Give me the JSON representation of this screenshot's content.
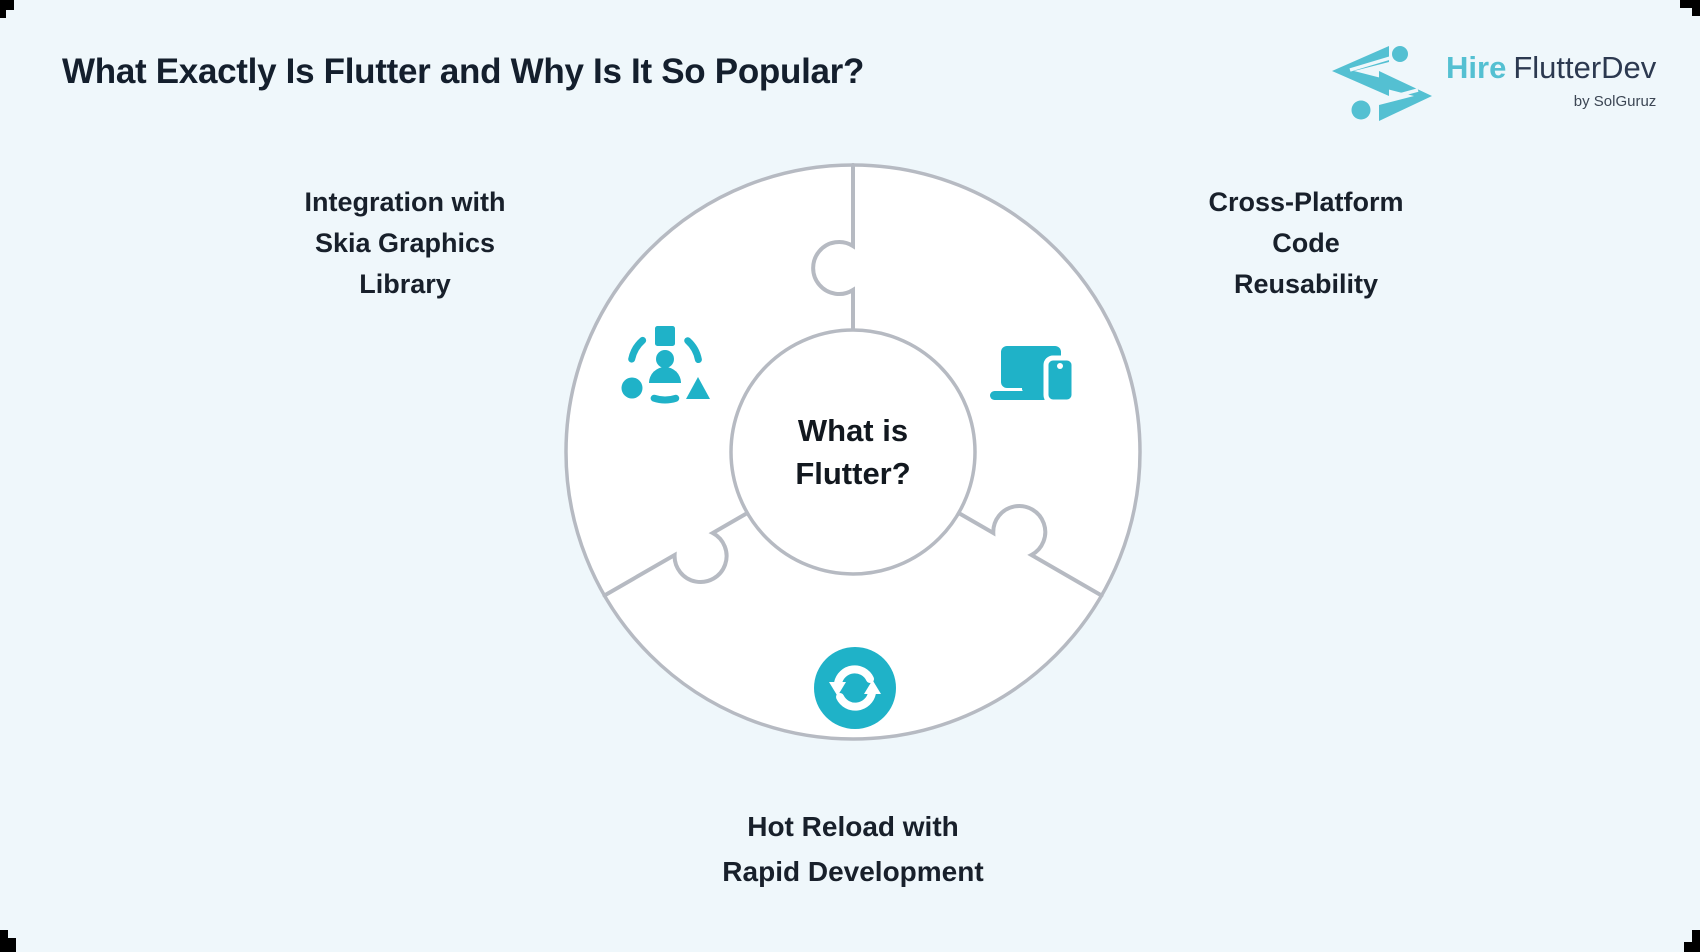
{
  "page": {
    "background_color": "#eff7fb",
    "accent_color": "#1fb2c8",
    "wheel_stroke_color": "#b6bac2",
    "wheel_fill_color": "#ffffff",
    "text_color": "#18202b"
  },
  "header": {
    "title": "What Exactly Is Flutter and Why Is It So Popular?"
  },
  "logo": {
    "icon": "code-brackets-icon",
    "brand_bold": "Hire",
    "brand_rest": "FlutterDev",
    "byline": "by SolGuruz",
    "teal_color": "#54c0d2",
    "dark_color": "#2c3950"
  },
  "diagram": {
    "center_title_line1": "What is",
    "center_title_line2": "Flutter?",
    "segments": [
      {
        "position": "left",
        "icon": "shapes-community-icon",
        "label_lines": [
          "Integration with",
          "Skia Graphics",
          "Library"
        ]
      },
      {
        "position": "right",
        "icon": "devices-icon",
        "label_lines": [
          "Cross-Platform",
          "Code",
          "Reusability"
        ]
      },
      {
        "position": "bottom",
        "icon": "sync-reload-icon",
        "label_lines": [
          "Hot Reload with",
          "Rapid Development"
        ]
      }
    ]
  }
}
